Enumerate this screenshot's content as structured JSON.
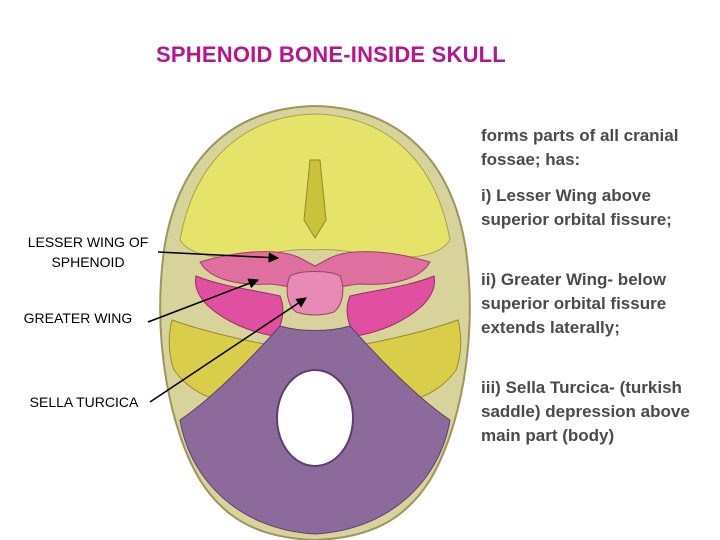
{
  "slide": {
    "title": "SPHENOID BONE-INSIDE SKULL"
  },
  "labels": {
    "lesser_wing": "LESSER WING OF SPHENOID",
    "greater_wing": "GREATER WING",
    "sella_turcica": "SELLA TURCICA"
  },
  "description": {
    "intro": "forms parts of all cranial fossae; has:",
    "lesser_wing": "i) Lesser Wing above superior orbital fissure;",
    "greater_wing": "ii) Greater Wing- below superior orbital fissure extends laterally;",
    "sella_turcica": "iii) Sella Turcica- (turkish saddle) depression above main part (body)"
  },
  "colors": {
    "title": "#b5168c",
    "frontal_bone": "#e6e36a",
    "sphenoid_body": "#de6f9e",
    "greater_wing": "#e04fa0",
    "temporal_bone": "#d9cd4a",
    "occipital_bone": "#8c6a9c"
  }
}
